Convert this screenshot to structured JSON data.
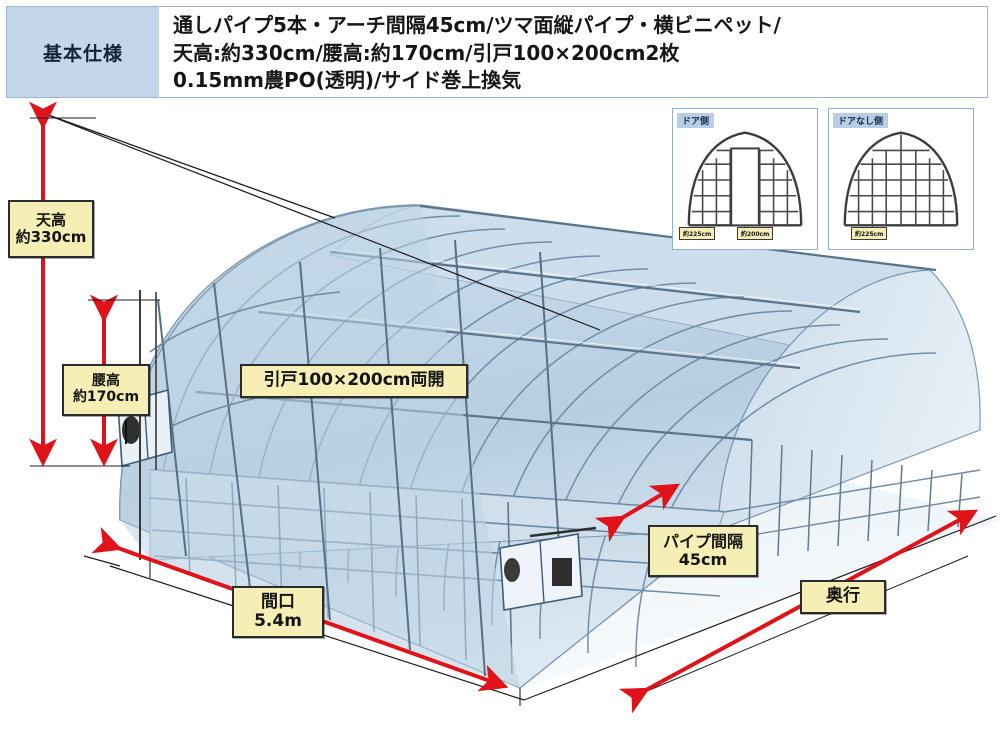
{
  "spec": {
    "label": "基本仕様",
    "lines": [
      "通しパイプ5本・アーチ間隔45cm/ツマ面縦パイプ・横ビニペット/",
      "天高:約330cm/腰高:約170cm/引戸100×200cm2枚",
      "0.15mm農PO(透明)/サイド巻上換気"
    ]
  },
  "callouts": {
    "ridge_height": {
      "line1": "天高",
      "line2": "約330cm"
    },
    "eave_height": {
      "line1": "腰高",
      "line2": "約170cm"
    },
    "door": {
      "line1": "引戸100×200cm両開"
    },
    "pipe_spacing": {
      "line1": "パイプ間隔",
      "line2": "45cm"
    },
    "width": {
      "line1": "間口",
      "line2": "5.4m"
    },
    "depth": {
      "line1": "奥行"
    }
  },
  "insets": {
    "left": {
      "title": "ドア側",
      "labels": [
        "約225cm",
        "約200cm"
      ]
    },
    "right": {
      "title": "ドアなし側",
      "labels": [
        "約225cm"
      ]
    }
  },
  "colors": {
    "accent_arrow": "#e0121a",
    "chip_fill": "#f6efb5",
    "chip_border": "#2b2b2b",
    "spec_label_fill": "#c3d6ea",
    "spec_border": "#9bb4d0",
    "film_blue": "#b9cfe2",
    "frame_line": "#4a5f74",
    "ground_line": "#222222"
  }
}
